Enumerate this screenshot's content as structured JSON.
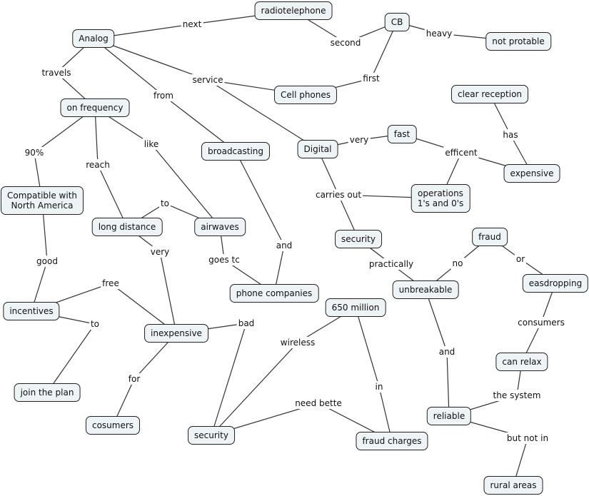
{
  "concepts": [
    {
      "id": "radiotelephone",
      "text": "radiotelephone"
    },
    {
      "id": "cb",
      "text": "CB"
    },
    {
      "id": "notprotable",
      "text": "not protable"
    },
    {
      "id": "analog",
      "text": "Analog"
    },
    {
      "id": "cellphones",
      "text": "Cell phones"
    },
    {
      "id": "clearreception",
      "text": "clear reception"
    },
    {
      "id": "onfrequency",
      "text": "on frequency"
    },
    {
      "id": "broadcasting",
      "text": "broadcasting"
    },
    {
      "id": "digital",
      "text": "Digital"
    },
    {
      "id": "fast",
      "text": "fast"
    },
    {
      "id": "expensive",
      "text": "expensive"
    },
    {
      "id": "compatible",
      "text": "Compatible with\nNorth America"
    },
    {
      "id": "operations",
      "text": "operations\n1's and 0's"
    },
    {
      "id": "longdistance",
      "text": "long distance"
    },
    {
      "id": "airwaves",
      "text": "airwaves"
    },
    {
      "id": "security1",
      "text": "security"
    },
    {
      "id": "fraud",
      "text": "fraud"
    },
    {
      "id": "unbreakable",
      "text": "unbreakable"
    },
    {
      "id": "easdropping",
      "text": "easdropping"
    },
    {
      "id": "phonecompanies",
      "text": "phone companies"
    },
    {
      "id": "million",
      "text": "650 million"
    },
    {
      "id": "incentives",
      "text": "incentives"
    },
    {
      "id": "inexpensive",
      "text": "inexpensive"
    },
    {
      "id": "canrelax",
      "text": "can relax"
    },
    {
      "id": "jointheplan",
      "text": "join the plan"
    },
    {
      "id": "reliable",
      "text": "reliable"
    },
    {
      "id": "cosumers",
      "text": "cosumers"
    },
    {
      "id": "security2",
      "text": "security"
    },
    {
      "id": "fraudcharges",
      "text": "fraud charges"
    },
    {
      "id": "ruralareas",
      "text": "rural areas"
    }
  ],
  "links": [
    {
      "id": "l1",
      "text": "next",
      "from": [
        "analog"
      ],
      "to": [
        "radiotelephone"
      ]
    },
    {
      "id": "l2",
      "text": "second",
      "from": [
        "radiotelephone"
      ],
      "to": [
        "cb"
      ]
    },
    {
      "id": "l3",
      "text": "heavy",
      "from": [
        "cb"
      ],
      "to": [
        "notprotable"
      ]
    },
    {
      "id": "l4",
      "text": "first",
      "from": [
        "cb"
      ],
      "to": [
        "cellphones"
      ]
    },
    {
      "id": "l5",
      "text": "travels",
      "from": [
        "analog"
      ],
      "to": [
        "onfrequency"
      ]
    },
    {
      "id": "l6",
      "text": "service",
      "from": [
        "analog"
      ],
      "to": [
        "cellphones",
        "digital"
      ]
    },
    {
      "id": "l7",
      "text": "from",
      "from": [
        "analog"
      ],
      "to": [
        "broadcasting"
      ]
    },
    {
      "id": "l8",
      "text": "90%",
      "from": [
        "onfrequency"
      ],
      "to": [
        "compatible"
      ]
    },
    {
      "id": "l9",
      "text": "reach",
      "from": [
        "onfrequency"
      ],
      "to": [
        "longdistance"
      ]
    },
    {
      "id": "l10",
      "text": "like",
      "from": [
        "onfrequency"
      ],
      "to": [
        "airwaves"
      ]
    },
    {
      "id": "l11",
      "text": "very",
      "from": [
        "digital"
      ],
      "to": [
        "fast"
      ]
    },
    {
      "id": "l12",
      "text": "efficent",
      "from": [
        "fast"
      ],
      "to": [
        "expensive",
        "operations"
      ]
    },
    {
      "id": "l13",
      "text": "has",
      "from": [
        "clearreception"
      ],
      "to": [
        "expensive"
      ]
    },
    {
      "id": "l14",
      "text": "carries out",
      "from": [
        "digital"
      ],
      "to": [
        "operations",
        "security1"
      ]
    },
    {
      "id": "l15",
      "text": "to",
      "from": [
        "longdistance"
      ],
      "to": [
        "airwaves"
      ]
    },
    {
      "id": "l16",
      "text": "good",
      "from": [
        "compatible"
      ],
      "to": [
        "incentives"
      ]
    },
    {
      "id": "l17",
      "text": "goes tc",
      "from": [
        "airwaves"
      ],
      "to": [
        "phonecompanies"
      ]
    },
    {
      "id": "l18",
      "text": "and",
      "from": [
        "broadcasting"
      ],
      "to": [
        "phonecompanies"
      ]
    },
    {
      "id": "l19",
      "text": "very",
      "from": [
        "longdistance"
      ],
      "to": [
        "inexpensive"
      ]
    },
    {
      "id": "l20",
      "text": "practically",
      "from": [
        "security1"
      ],
      "to": [
        "unbreakable"
      ]
    },
    {
      "id": "l21",
      "text": "no",
      "from": [
        "fraud"
      ],
      "to": [
        "unbreakable"
      ]
    },
    {
      "id": "l22",
      "text": "or",
      "from": [
        "fraud"
      ],
      "to": [
        "easdropping"
      ]
    },
    {
      "id": "l23",
      "text": "free",
      "from": [
        "incentives"
      ],
      "to": [
        "inexpensive"
      ]
    },
    {
      "id": "l24",
      "text": "bad",
      "from": [
        "inexpensive"
      ],
      "to": [
        "security2"
      ]
    },
    {
      "id": "l25",
      "text": "wireless",
      "from": [
        "million"
      ],
      "to": [
        "security2"
      ]
    },
    {
      "id": "l26",
      "text": "consumers",
      "from": [
        "easdropping"
      ],
      "to": [
        "canrelax"
      ]
    },
    {
      "id": "l27",
      "text": "to",
      "from": [
        "incentives"
      ],
      "to": [
        "jointheplan"
      ]
    },
    {
      "id": "l28",
      "text": "and",
      "from": [
        "unbreakable"
      ],
      "to": [
        "reliable"
      ]
    },
    {
      "id": "l29",
      "text": "in",
      "from": [
        "million"
      ],
      "to": [
        "fraudcharges"
      ]
    },
    {
      "id": "l30",
      "text": "for",
      "from": [
        "inexpensive"
      ],
      "to": [
        "cosumers"
      ]
    },
    {
      "id": "l31",
      "text": "need bette",
      "from": [
        "security2"
      ],
      "to": [
        "fraudcharges"
      ]
    },
    {
      "id": "l32",
      "text": "the system",
      "from": [
        "canrelax"
      ],
      "to": [
        "reliable"
      ]
    },
    {
      "id": "l33",
      "text": "but not in",
      "from": [
        "reliable"
      ],
      "to": [
        "ruralareas"
      ]
    }
  ]
}
